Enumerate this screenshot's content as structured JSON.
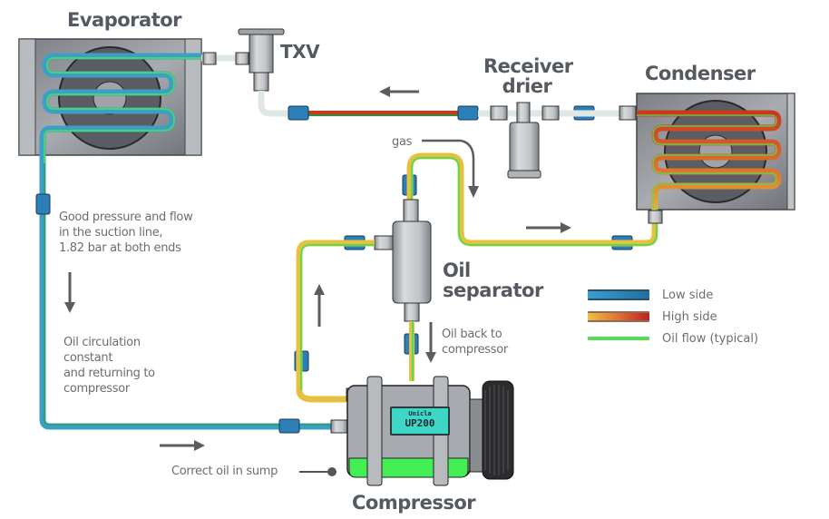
{
  "components": {
    "evaporator": "Evaporator",
    "txv": "TXV",
    "receiver_drier": "Receiver\ndrier",
    "receiver_drier_line1": "Receiver",
    "receiver_drier_line2": "drier",
    "condenser": "Condenser",
    "oil_separator_line1": "Oil",
    "oil_separator_line2": "separator",
    "compressor": "Compressor",
    "compressor_brand": "Unicla",
    "compressor_model": "UP200"
  },
  "annotations": {
    "gas": "gas",
    "suction_line": "Good pressure and flow\nin the suction line,\n1.82 bar at both ends",
    "oil_circulation": "Oil circulation\nconstant\nand returning to\ncompressor",
    "oil_back": "Oil back to\ncompressor",
    "sump": "Correct oil in sump"
  },
  "legend": [
    {
      "label": "Low side",
      "color": "#2a8fc4"
    },
    {
      "label": "High side",
      "color": "#d04020"
    },
    {
      "label": "Oil flow (typical)",
      "color": "#55dd55"
    }
  ],
  "colors": {
    "low_side": "#3aa0c8",
    "high_side_hot": "#c83a20",
    "high_side_warm": "#e8b838",
    "oil": "#55dd55",
    "fitting": "#2d7fb8",
    "metal": "#b8bcc0",
    "sump_oil": "#44ee55"
  }
}
